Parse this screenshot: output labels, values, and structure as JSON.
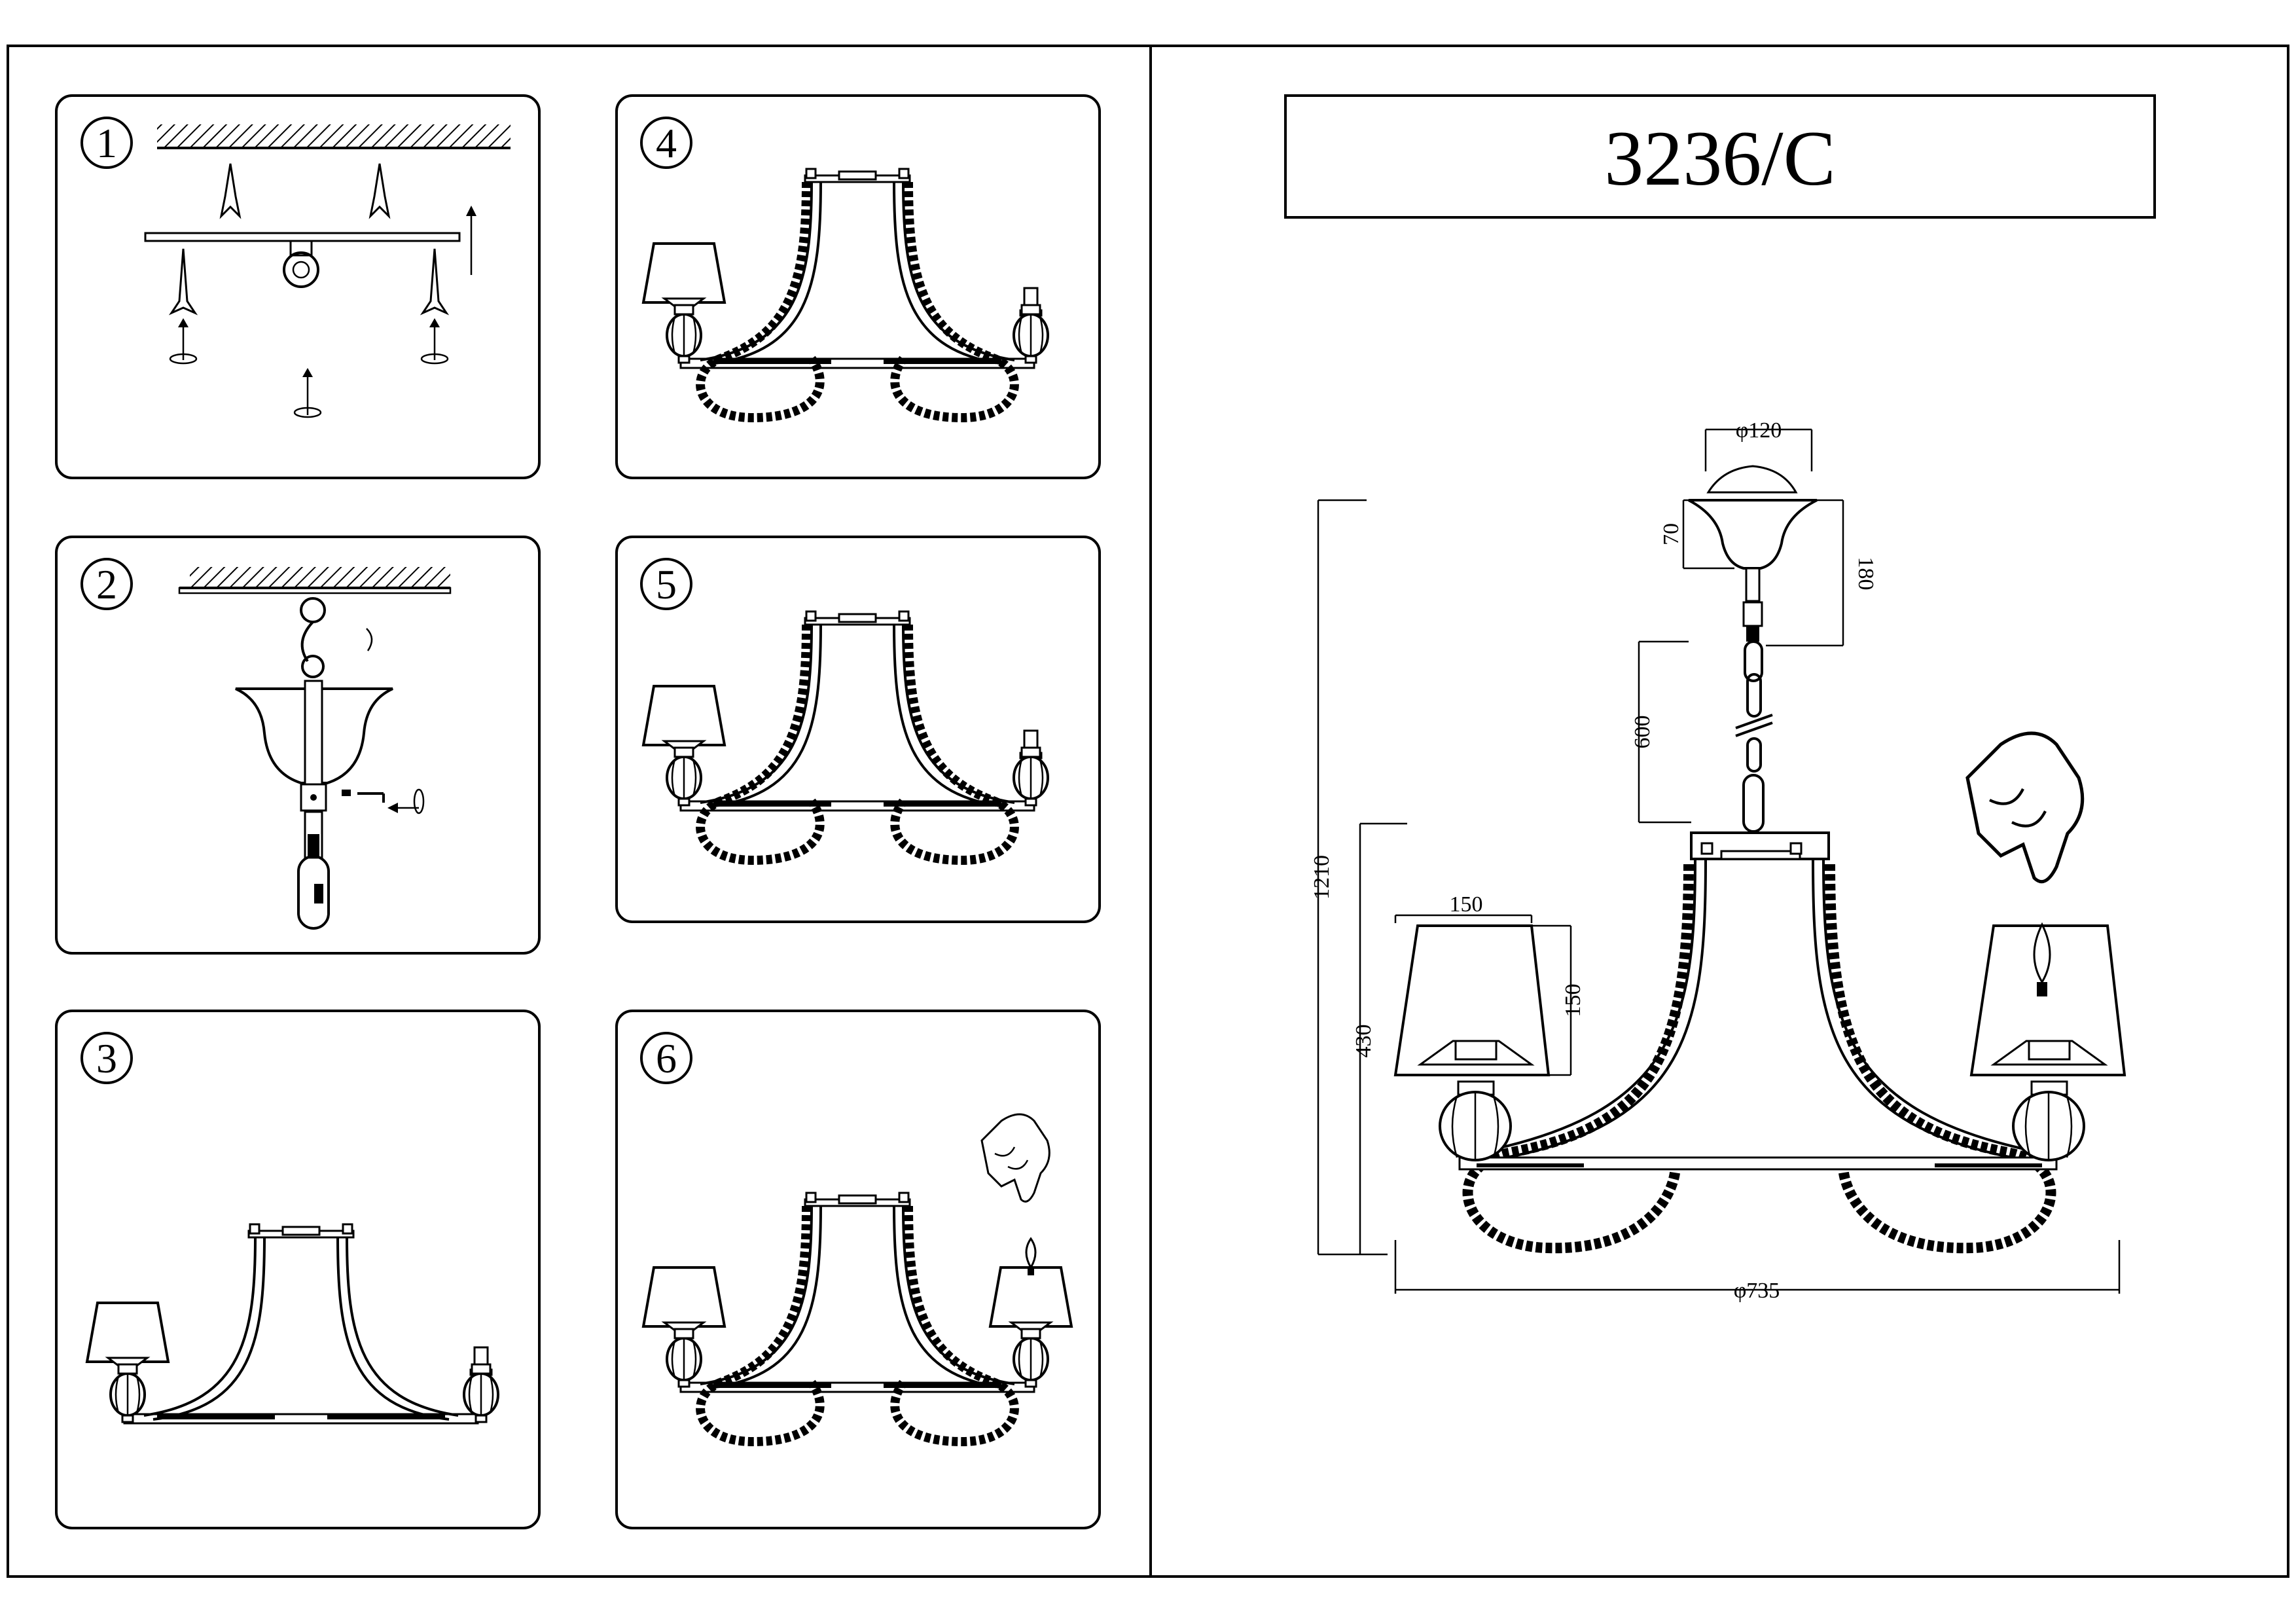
{
  "title": {
    "model": "3236/C"
  },
  "steps": [
    {
      "number": "1"
    },
    {
      "number": "2"
    },
    {
      "number": "3"
    },
    {
      "number": "4"
    },
    {
      "number": "5"
    },
    {
      "number": "6"
    }
  ],
  "dimensions": {
    "canopy_diameter": "φ120",
    "canopy_height": "70",
    "canopy_total": "180",
    "chain_length": "600",
    "total_height": "1210",
    "body_height": "430",
    "shade_width": "150",
    "shade_height": "150",
    "overall_diameter": "φ735"
  },
  "icons": [
    "ceiling-hatch-icon",
    "screw-icon",
    "rotate-arrow-icon",
    "hand-bulb-icon",
    "lamp-shade-icon"
  ]
}
